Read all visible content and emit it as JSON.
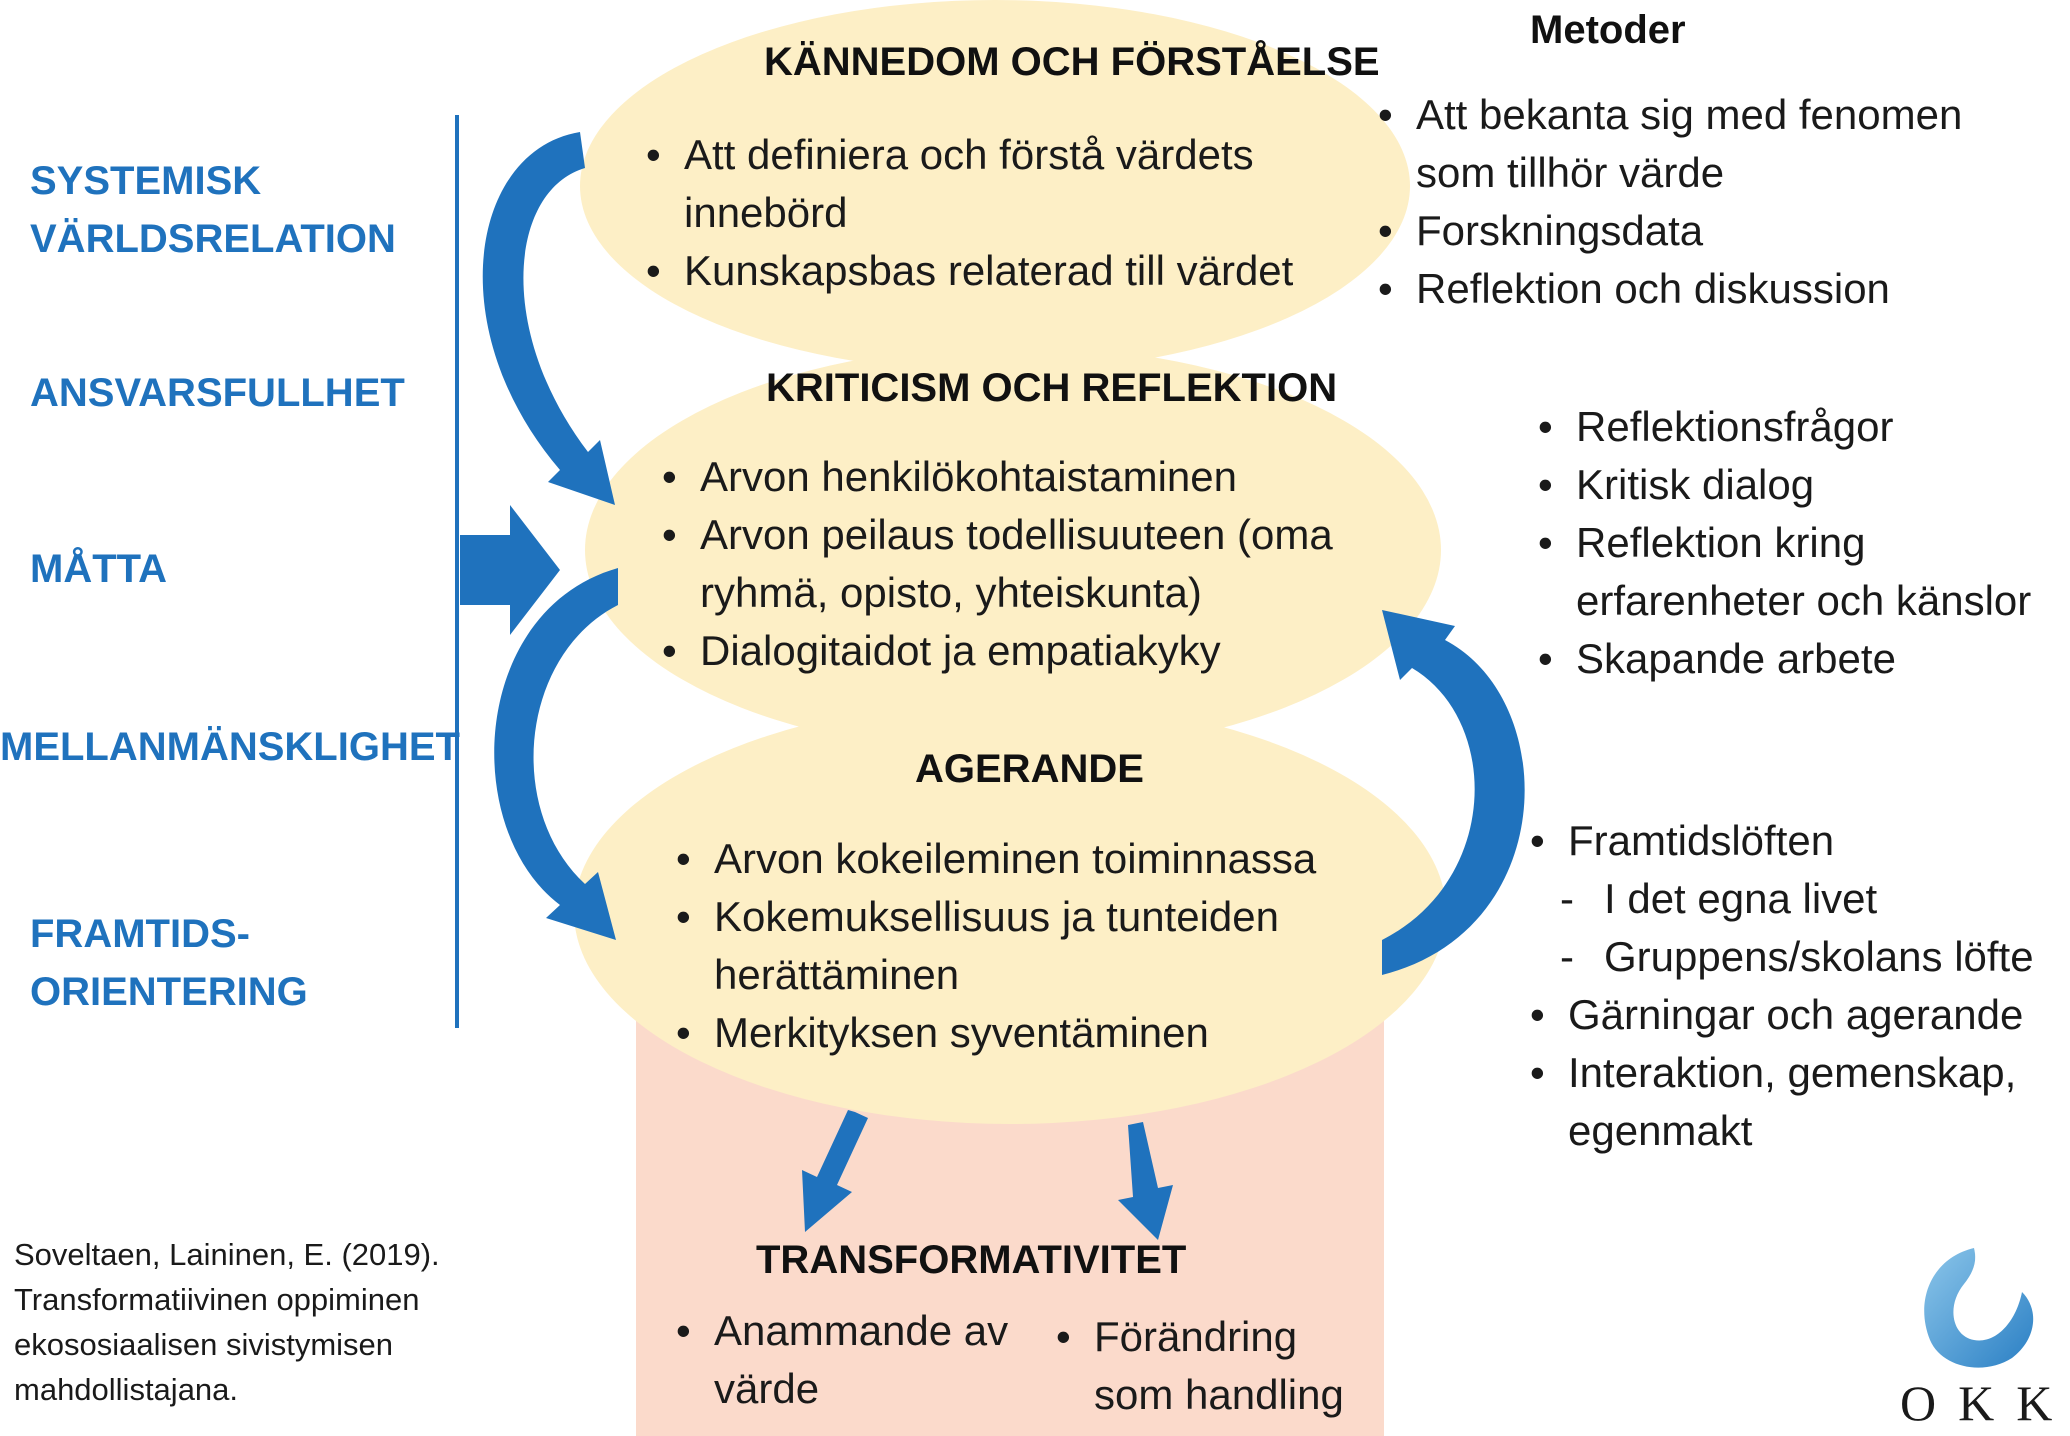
{
  "left_labels": [
    {
      "line1": "SYSTEMISK",
      "line2": "VÄRLDSRELATION"
    },
    {
      "line1": "ANSVARSFULLHET",
      "line2": ""
    },
    {
      "line1": "MÅTTA",
      "line2": ""
    },
    {
      "line1": "MELLANMÄNSKLIGHET",
      "line2": ""
    },
    {
      "line1": "FRAMTIDS-",
      "line2": "ORIENTERING"
    }
  ],
  "stages": {
    "knowledge": {
      "title": "KÄNNEDOM OCH FÖRSTÅELSE",
      "items": [
        "Att definiera och förstå värdets innebörd",
        "Kunskapsbas relaterad till värdet"
      ]
    },
    "criticism": {
      "title": "KRITICISM OCH REFLEKTION",
      "items": [
        "Arvon henkilökohtaistaminen",
        "Arvon peilaus todellisuuteen (oma ryhmä, opisto, yhteiskunta)",
        "Dialogitaidot ja empatiakyky"
      ]
    },
    "acting": {
      "title": "AGERANDE",
      "items": [
        "Arvon kokeileminen toiminnassa",
        "Kokemuksellisuus ja tunteiden herättäminen",
        "Merkityksen syventäminen"
      ]
    },
    "transform": {
      "title": "TRANSFORMATIVITET",
      "items_left": [
        "Anammande av värde"
      ],
      "items_right": [
        "Förändring som handling"
      ]
    }
  },
  "methods": {
    "heading": "Metoder",
    "group1": [
      "Att bekanta sig med fenomen som tillhör värde",
      "Forskningsdata",
      "Reflektion och diskussion"
    ],
    "group2": [
      "Reflektionsfrågor",
      "Kritisk dialog",
      "Reflektion kring erfarenheter och känslor",
      "Skapande arbete"
    ],
    "group3_bullet1": "Framtidslöften",
    "group3_sub": [
      "I det egna livet",
      "Gruppens/skolans löfte"
    ],
    "group3_rest": [
      "Gärningar och agerande",
      "Interaktion, gemenskap, egenmakt"
    ]
  },
  "citation": {
    "lines": [
      "Soveltaen, Laininen, E. (2019).",
      "Transformatiivinen oppiminen",
      "ekososiaalisen sivistymisen",
      "mahdollistajana."
    ]
  },
  "logo": {
    "text": "OKKA"
  },
  "colors": {
    "ellipse": "#fdefc6",
    "bottom_box": "#fbdacb",
    "arrow": "#1f72bd",
    "label": "#1f72bd"
  }
}
